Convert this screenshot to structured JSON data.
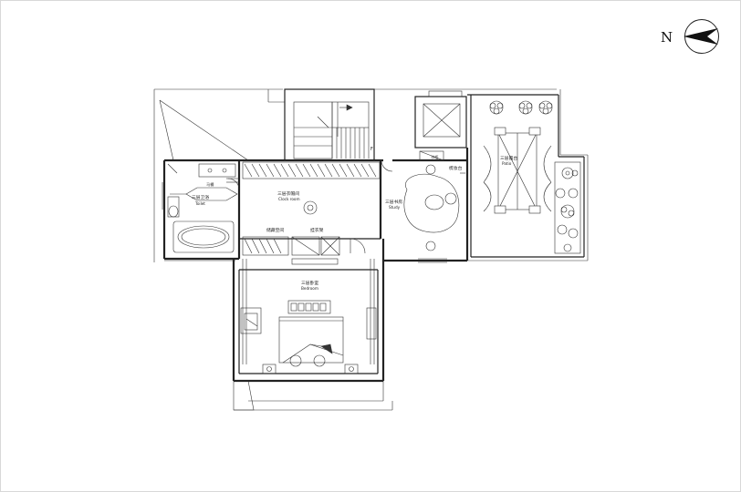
{
  "compass": {
    "label": "N"
  },
  "rooms": {
    "cloakroom_cn": "三层衣帽间",
    "cloakroom_en": "Clock room",
    "toilet_cn": "三层卫浴",
    "toilet_en": "Toilet",
    "study_cn": "三层书房",
    "study_en": "Study",
    "patio_cn": "三层露台",
    "patio_en": "Patio",
    "bedroom_cn": "三层卧室",
    "bedroom_en": "Bedroom"
  },
  "labels": {
    "storage_space": "储藏空间",
    "hanging_closet": "挂衣架",
    "dressing_table": "梳妆台",
    "stair_up": "F",
    "toilet_top": "马桶",
    "study_top": "书柜"
  }
}
